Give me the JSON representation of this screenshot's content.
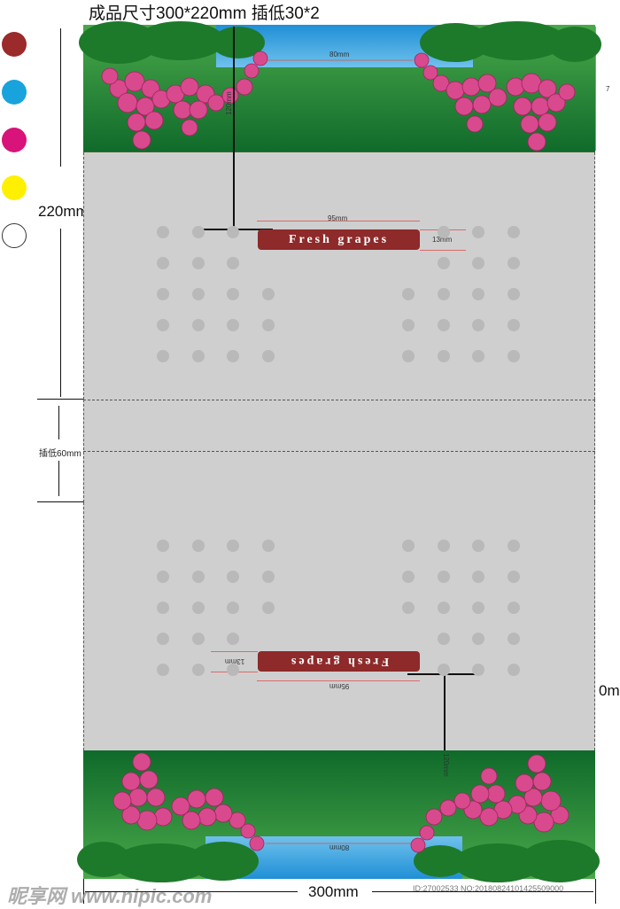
{
  "header": {
    "title": "成品尺寸300*220mm  插低30*2"
  },
  "colors": {
    "swatches": [
      "#9b2a2a",
      "#19a3dc",
      "#d8137a",
      "#ffef00",
      "#ffffff"
    ],
    "panel_gray": "#cfcfcf",
    "badge_red": "#8e2a2a"
  },
  "dimensions": {
    "height_label": "220mm",
    "flap_label": "插低60mm",
    "width_label": "300mm",
    "top_image_height": "120mm",
    "top_image_width": "80mm",
    "badge_width": "95mm",
    "badge_height": "13mm",
    "bottom_image_height": "120mm",
    "bottom_image_width": "80mm",
    "right_top_cut": "7",
    "right_mid_cut": "0m"
  },
  "labels": {
    "top_badge": "Fresh grapes",
    "bottom_badge": "Fresh grapes"
  },
  "footer": {
    "watermark": "昵享网 www.nipic.com",
    "image_id": "ID:27002533 NO:20180824101425509000"
  }
}
